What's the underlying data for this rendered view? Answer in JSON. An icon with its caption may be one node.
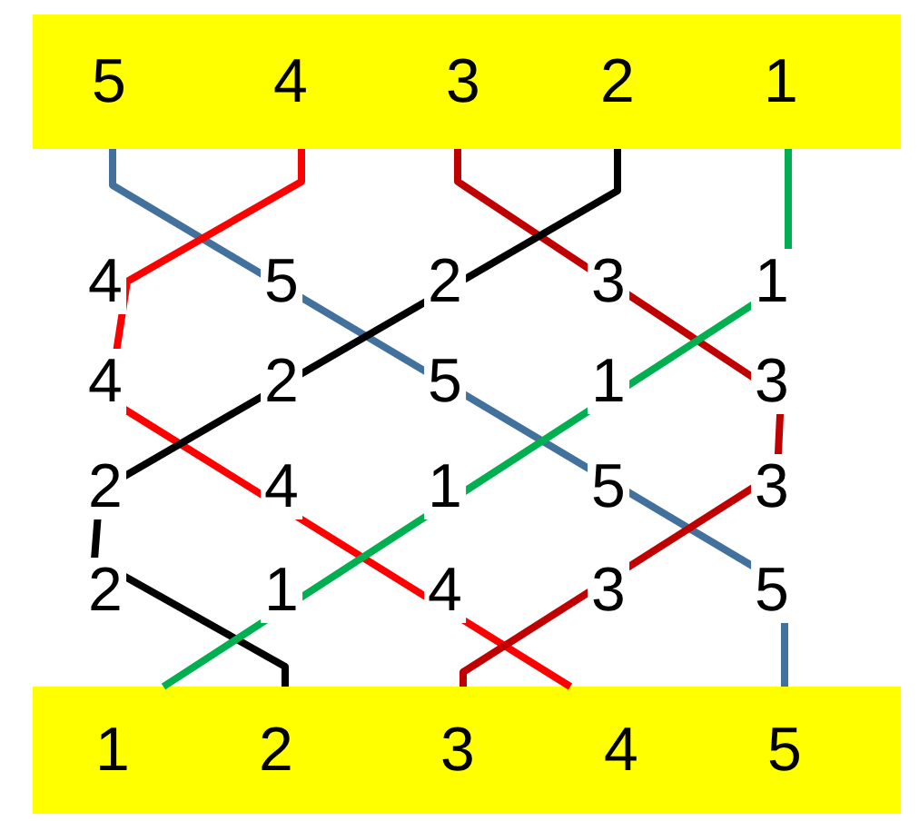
{
  "diagram": {
    "nodes": [
      {
        "text": [],
        "shape": "bar"
      },
      {
        "text": [
          "5"
        ],
        "in": 0
      },
      {
        "text": [
          "4"
        ],
        "in": 0
      },
      {
        "text": [
          "3"
        ],
        "in": 0
      },
      {
        "text": [
          "2"
        ],
        "in": 0
      },
      {
        "text": [
          "1"
        ],
        "in": 0
      },
      {
        "text": [],
        "shape": "bar"
      },
      {
        "text": [
          "1"
        ],
        "in": 6
      },
      {
        "text": [
          "2"
        ],
        "in": 6
      },
      {
        "text": [
          "3"
        ],
        "in": 6
      },
      {
        "text": [
          "4"
        ],
        "in": 6
      },
      {
        "text": [
          "5"
        ],
        "in": 6
      }
    ],
    "edges": [
      {
        "from": 1,
        "to": 11,
        "arrow": "none",
        "color": "#41719c"
      },
      {
        "from": 2,
        "to": 10,
        "arrow": "none",
        "color": "#ff0000"
      },
      {
        "from": 3,
        "to": 9,
        "arrow": "none",
        "color": "#c00000"
      },
      {
        "from": 4,
        "to": 8,
        "arrow": "none",
        "color": "#000000"
      },
      {
        "from": 5,
        "to": 7,
        "arrow": "none",
        "color": "#00b050"
      }
    ],
    "labels": [
      "4",
      "5",
      "2",
      "3",
      "1",
      "4",
      "2",
      "5",
      "1",
      "3",
      "2",
      "4",
      "1",
      "5",
      "3",
      "2",
      "1",
      "4",
      "3",
      "5"
    ]
  }
}
